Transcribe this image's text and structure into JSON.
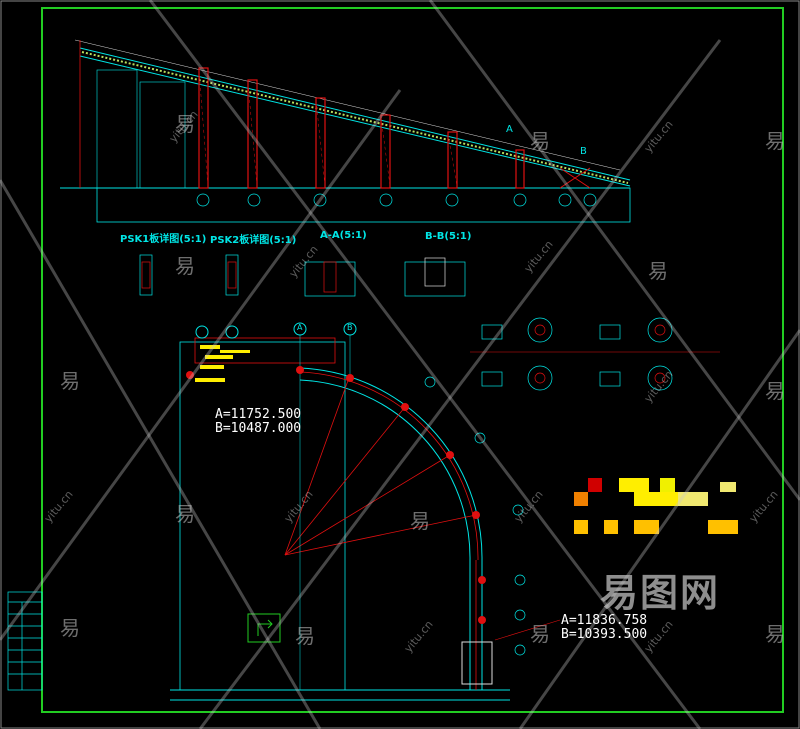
{
  "sections": {
    "psk1": "PSK1板详图(5:1)",
    "psk2": "PSK2板详图(5:1)",
    "aa": "A-A(5:1)",
    "bb": "B-B(5:1)"
  },
  "dimensions": {
    "top_left": {
      "a": "A=11752.500",
      "b": "B=10487.000"
    },
    "bottom_right": {
      "a": "A=11836.758",
      "b": "B=10393.500"
    }
  },
  "grid_labels": {
    "a": "A",
    "b": "B"
  },
  "elevation_markers": [
    "A",
    "B"
  ],
  "watermark": {
    "char": "易",
    "url": "yitu.cn",
    "brand": "易图网"
  },
  "colors": {
    "frame": "#22cc22",
    "line": "#00e5e5",
    "red": "#e01010",
    "yellow": "#ffee00"
  }
}
